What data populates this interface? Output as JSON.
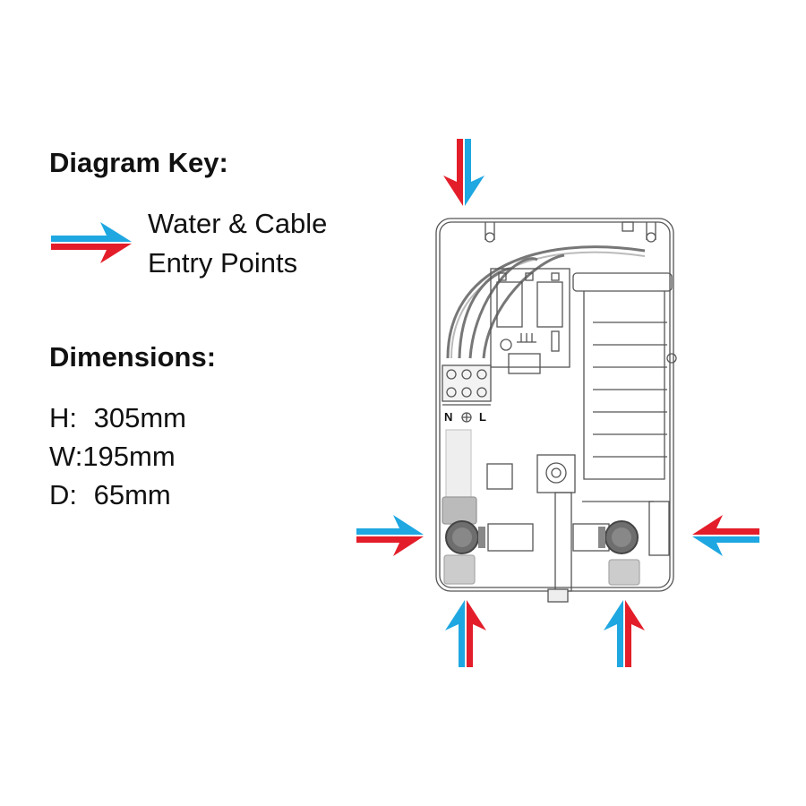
{
  "key": {
    "heading": "Diagram Key:",
    "entry_label_line1": "Water & Cable",
    "entry_label_line2": "Entry Points"
  },
  "dimensions": {
    "heading": "Dimensions:",
    "items": [
      {
        "label": "H:",
        "value": "305mm"
      },
      {
        "label": "W:",
        "value": "195mm"
      },
      {
        "label": "D:",
        "value": "65mm"
      }
    ]
  },
  "terminal_labels": {
    "neutral": "N",
    "live": "L"
  },
  "colors": {
    "arrow_blue": "#1ea7e1",
    "arrow_red": "#e31e2a",
    "outline": "#555555",
    "fitting_gray": "#7a7a7a"
  }
}
